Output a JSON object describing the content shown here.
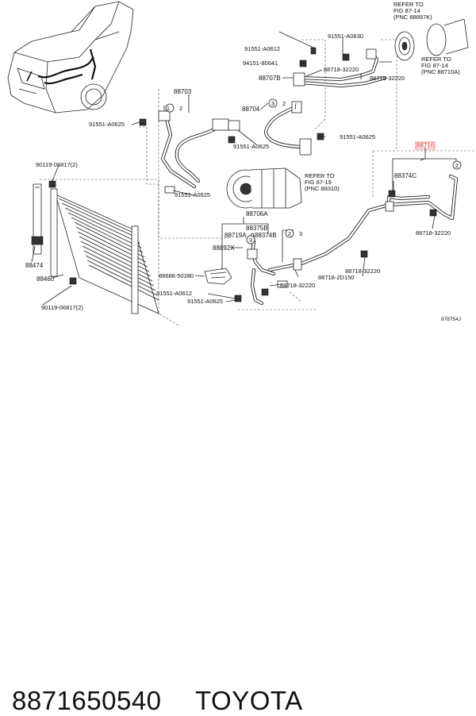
{
  "labels": {
    "refer_top_1": "REFER TO",
    "refer_top_2": "FIG 87-14",
    "refer_top_3": "(PNC 88897K)",
    "refer_right_1": "REFER TO",
    "refer_right_2": "FIG 87-14",
    "refer_right_3": "(PNC 88710A)",
    "refer_mid_1": "REFER TO",
    "refer_mid_2": "FIG 87-19",
    "refer_mid_3": "(PNC 88310)",
    "p_91551_A0612_a": "91551-A0612",
    "p_91551_A0630": "91551-A0630",
    "p_94151_80641": "94151-80641",
    "p_88718_32220_a": "88718-32220",
    "p_88707B": "88707B",
    "p_88718_32220_b": "88718-32220",
    "p_88703": "88703",
    "circle_1a": "1",
    "circle_2a": "2",
    "p_88704": "88704",
    "circle_3a": "3",
    "circle_2b": "2",
    "p_91551_A0625_a": "91551-A0625",
    "p_91551_A0625_b": "91551-A0625",
    "p_91551_A0625_c": "91551-A0625",
    "p_88716": "88716",
    "p_88374C": "88374C",
    "circle_2c": "2",
    "p_90119_06817_a": "90119-06817(2)",
    "p_91551_A0625_d": "91551-A0625",
    "p_88706A": "88706A",
    "p_88375B": "88375B",
    "p_88719A": "88719A",
    "p_88374B": "88374B",
    "circle_2d": "2",
    "circle_3b": "3",
    "p_88718_32220_c": "88718-32220",
    "p_88474": "88474",
    "p_88892X": "88892X",
    "p_88460": "88460",
    "p_88688_50280": "88688-50280",
    "p_88718_32220_d": "88718-32220",
    "p_88718_2D150": "88718-2D150",
    "p_88718_32220_e": "88718-32220",
    "p_91551_A0612_b": "91551-A0612",
    "p_90119_06817_b": "90119-06817(2)",
    "p_91551_A0625_e": "91551-A0625",
    "fig_code": "878754J"
  },
  "footer": {
    "part_number": "8871650540",
    "brand": "TOYOTA"
  },
  "colors": {
    "highlight": "#d9302b",
    "line": "#222222"
  }
}
